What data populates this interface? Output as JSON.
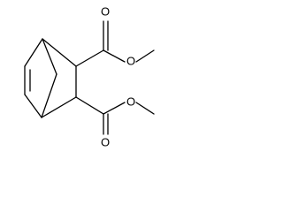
{
  "molecule": {
    "atoms": {
      "ester1_carbonyl_O": "O",
      "ester1_ether_O": "O",
      "ester2_carbonyl_O": "O",
      "ester2_ether_O": "O"
    }
  }
}
